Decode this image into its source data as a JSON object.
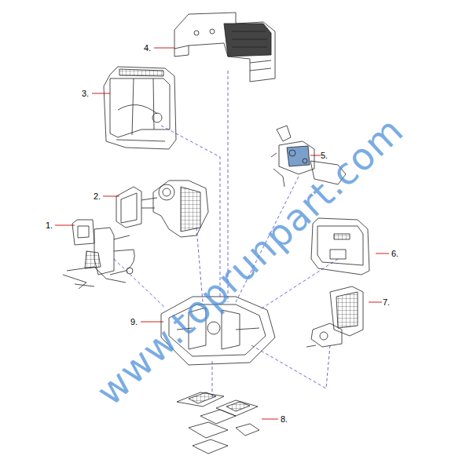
{
  "diagram": {
    "labels": [
      "4.",
      "3.",
      "5.",
      "2.",
      "1.",
      "6.",
      "7.",
      "9.",
      "8.",
      "www.toprunpart.com"
    ]
  }
}
